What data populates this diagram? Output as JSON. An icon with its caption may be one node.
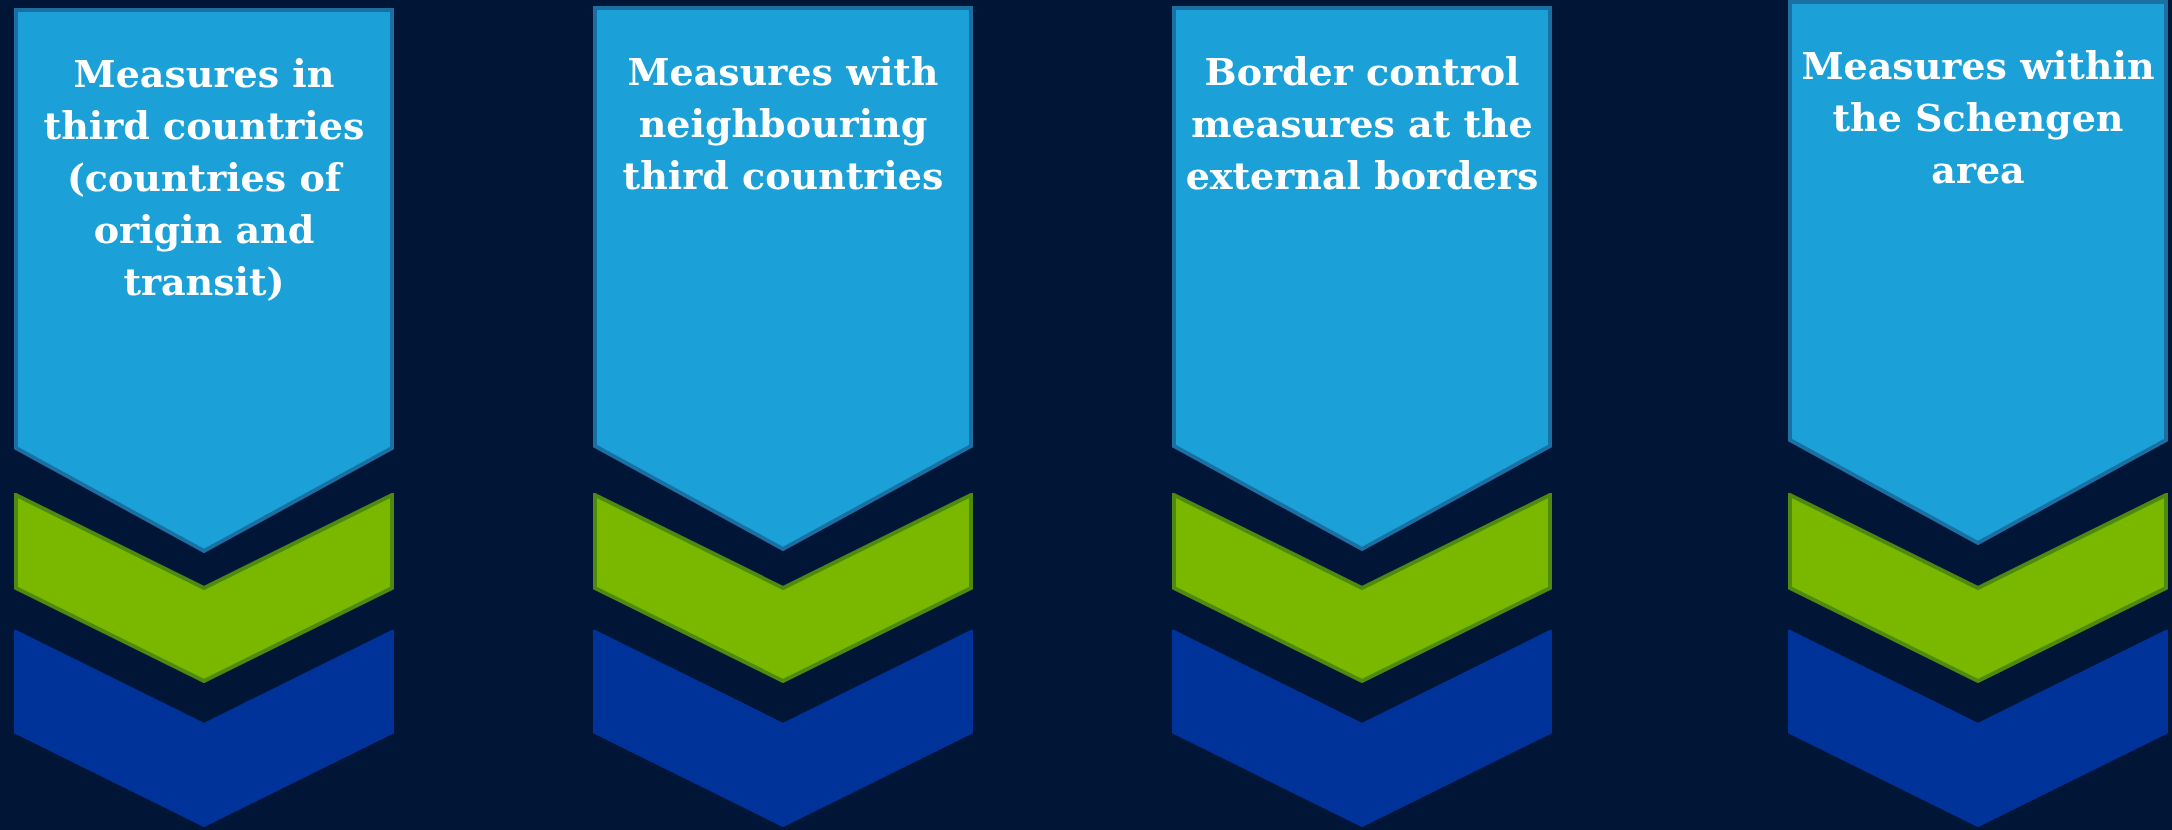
{
  "diagram": {
    "nodes": [
      {
        "text": [
          "Measures in third countries (countries of origin and transit)"
        ]
      },
      {
        "text": [],
        "shape": "chevron"
      },
      {
        "text": [],
        "shape": "chevron"
      },
      {
        "text": [
          "Measures with neighbouring third countries"
        ]
      },
      {
        "text": [],
        "shape": "chevron"
      },
      {
        "text": [],
        "shape": "chevron"
      },
      {
        "text": [
          "Border control measures at the external borders"
        ]
      },
      {
        "text": [],
        "shape": "chevron"
      },
      {
        "text": [],
        "shape": "chevron"
      },
      {
        "text": [
          "Measures within the Schengen area"
        ]
      },
      {
        "text": [],
        "shape": "chevron"
      },
      {
        "text": [],
        "shape": "chevron"
      }
    ]
  }
}
